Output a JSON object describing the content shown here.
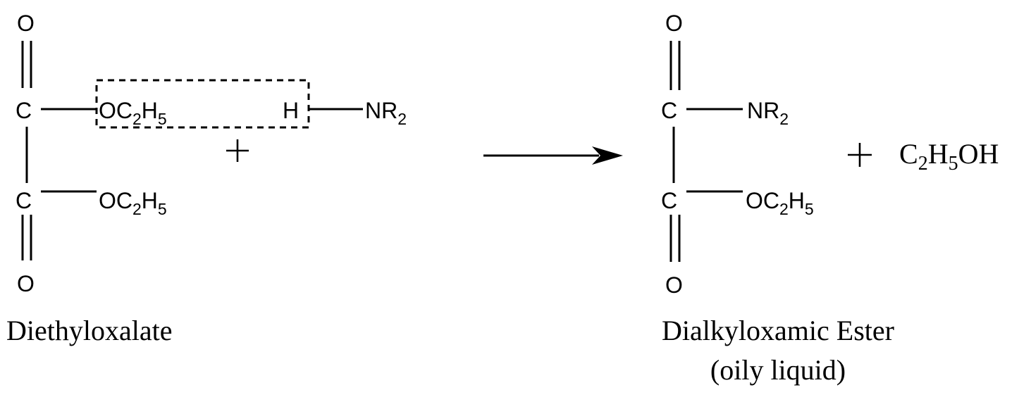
{
  "reactant": {
    "atom_o_top": "O",
    "atom_c_1": "C",
    "atom_c_2": "C",
    "atom_o_bottom": "O",
    "group_top": {
      "main": "OC",
      "sub1": "2",
      "mid": "H",
      "sub2": "5"
    },
    "group_bottom": {
      "main": "OC",
      "sub1": "2",
      "mid": "H",
      "sub2": "5"
    },
    "caption": "Diethyloxalate"
  },
  "amine": {
    "atom_h": "H",
    "group": {
      "main": "NR",
      "sub": "2"
    }
  },
  "plus_sign": "+",
  "product": {
    "atom_o_top": "O",
    "atom_c_1": "C",
    "atom_c_2": "C",
    "atom_o_bottom": "O",
    "group_top": {
      "main": "NR",
      "sub": "2"
    },
    "group_bottom": {
      "main": "OC",
      "sub1": "2",
      "mid": "H",
      "sub2": "5"
    },
    "caption_line1": "Dialkyloxamic Ester",
    "caption_line2": "(oily liquid)"
  },
  "byproduct": {
    "plus_sign": "+",
    "formula": {
      "p1": "C",
      "s1": "2",
      "p2": "H",
      "s2": "5",
      "p3": "OH"
    }
  }
}
